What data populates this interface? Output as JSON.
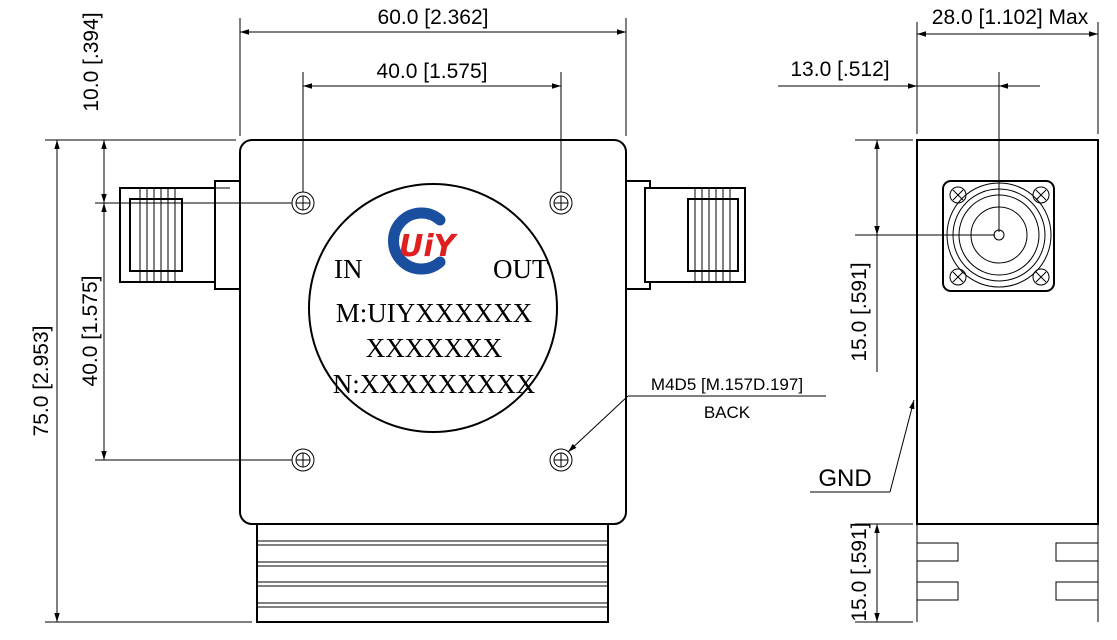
{
  "dimensions": {
    "top_width": "60.0 [2.362]",
    "hole_spacing_x": "40.0 [1.575]",
    "top_offset": "10.0 [.394]",
    "total_height": "75.0 [2.953]",
    "hole_spacing_y": "40.0 [1.575]",
    "side_width": "28.0 [1.102] Max",
    "side_connector_offset": "13.0 [.512]",
    "side_connector_height": "15.0 [.591]",
    "side_fin_height": "15.0 [.591]"
  },
  "label": {
    "in": "IN",
    "out": "OUT",
    "model": "M:UIYXXXXXX",
    "model_line2": "XXXXXXX",
    "serial": "N:XXXXXXXXX"
  },
  "notes": {
    "mount_thread": "M4D5 [M.157D.197]",
    "mount_back": "BACK",
    "ground": "GND"
  },
  "logo": {
    "text": "UiY",
    "colors": {
      "blue": "#1a4fa0",
      "red": "#e02020"
    }
  }
}
